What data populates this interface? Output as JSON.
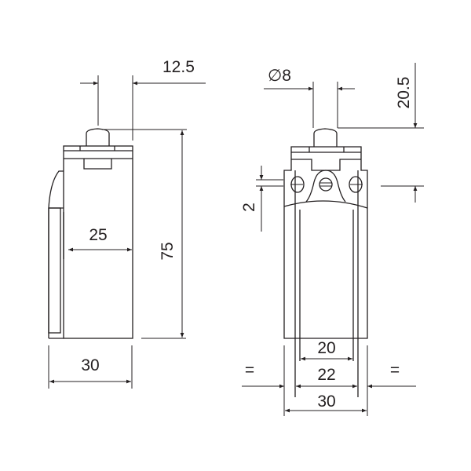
{
  "side_view": {
    "dim_plunger_offset": "12.5",
    "dim_height": "75",
    "dim_inner_depth": "25",
    "dim_width": "30"
  },
  "front_view": {
    "dim_plunger_diameter": "∅8",
    "dim_plunger_height": "20.5",
    "dim_hole_offset": "2",
    "dim_inner_width": "20",
    "dim_hole_spacing": "22",
    "dim_width": "30",
    "equal_left": "=",
    "equal_right": "="
  },
  "colors": {
    "line": "#231f20",
    "background": "#ffffff"
  }
}
